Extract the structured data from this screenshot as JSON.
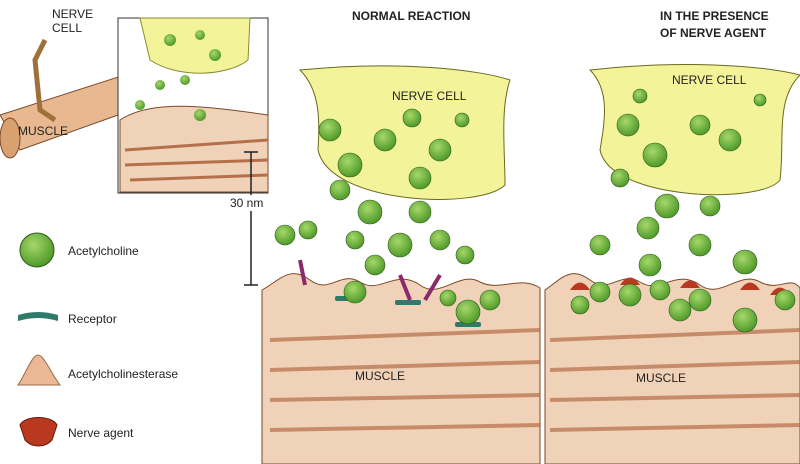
{
  "titles": {
    "normal": "NORMAL REACTION",
    "agent_line1": "IN THE PRESENCE",
    "agent_line2": "OF NERVE AGENT"
  },
  "inset": {
    "nerve_line1": "NERVE",
    "nerve_line2": "CELL",
    "muscle": "MUSCLE"
  },
  "labels": {
    "nerve_cell_normal": "NERVE CELL",
    "nerve_cell_agent": "NERVE CELL",
    "muscle_normal": "MUSCLE",
    "muscle_agent": "MUSCLE",
    "scale": "30 nm"
  },
  "legend": [
    {
      "label": "Acetylcholine",
      "color": "#6fb43c"
    },
    {
      "label": "Receptor",
      "color": "#2f7a6a"
    },
    {
      "label": "Acetylcholinesterase",
      "color": "#eab894"
    },
    {
      "label": "Nerve agent",
      "color": "#b8391f"
    }
  ],
  "colors": {
    "nerve": "#f3f39a",
    "muscle": "#efd2b8",
    "stripe": "#b56f4a"
  }
}
